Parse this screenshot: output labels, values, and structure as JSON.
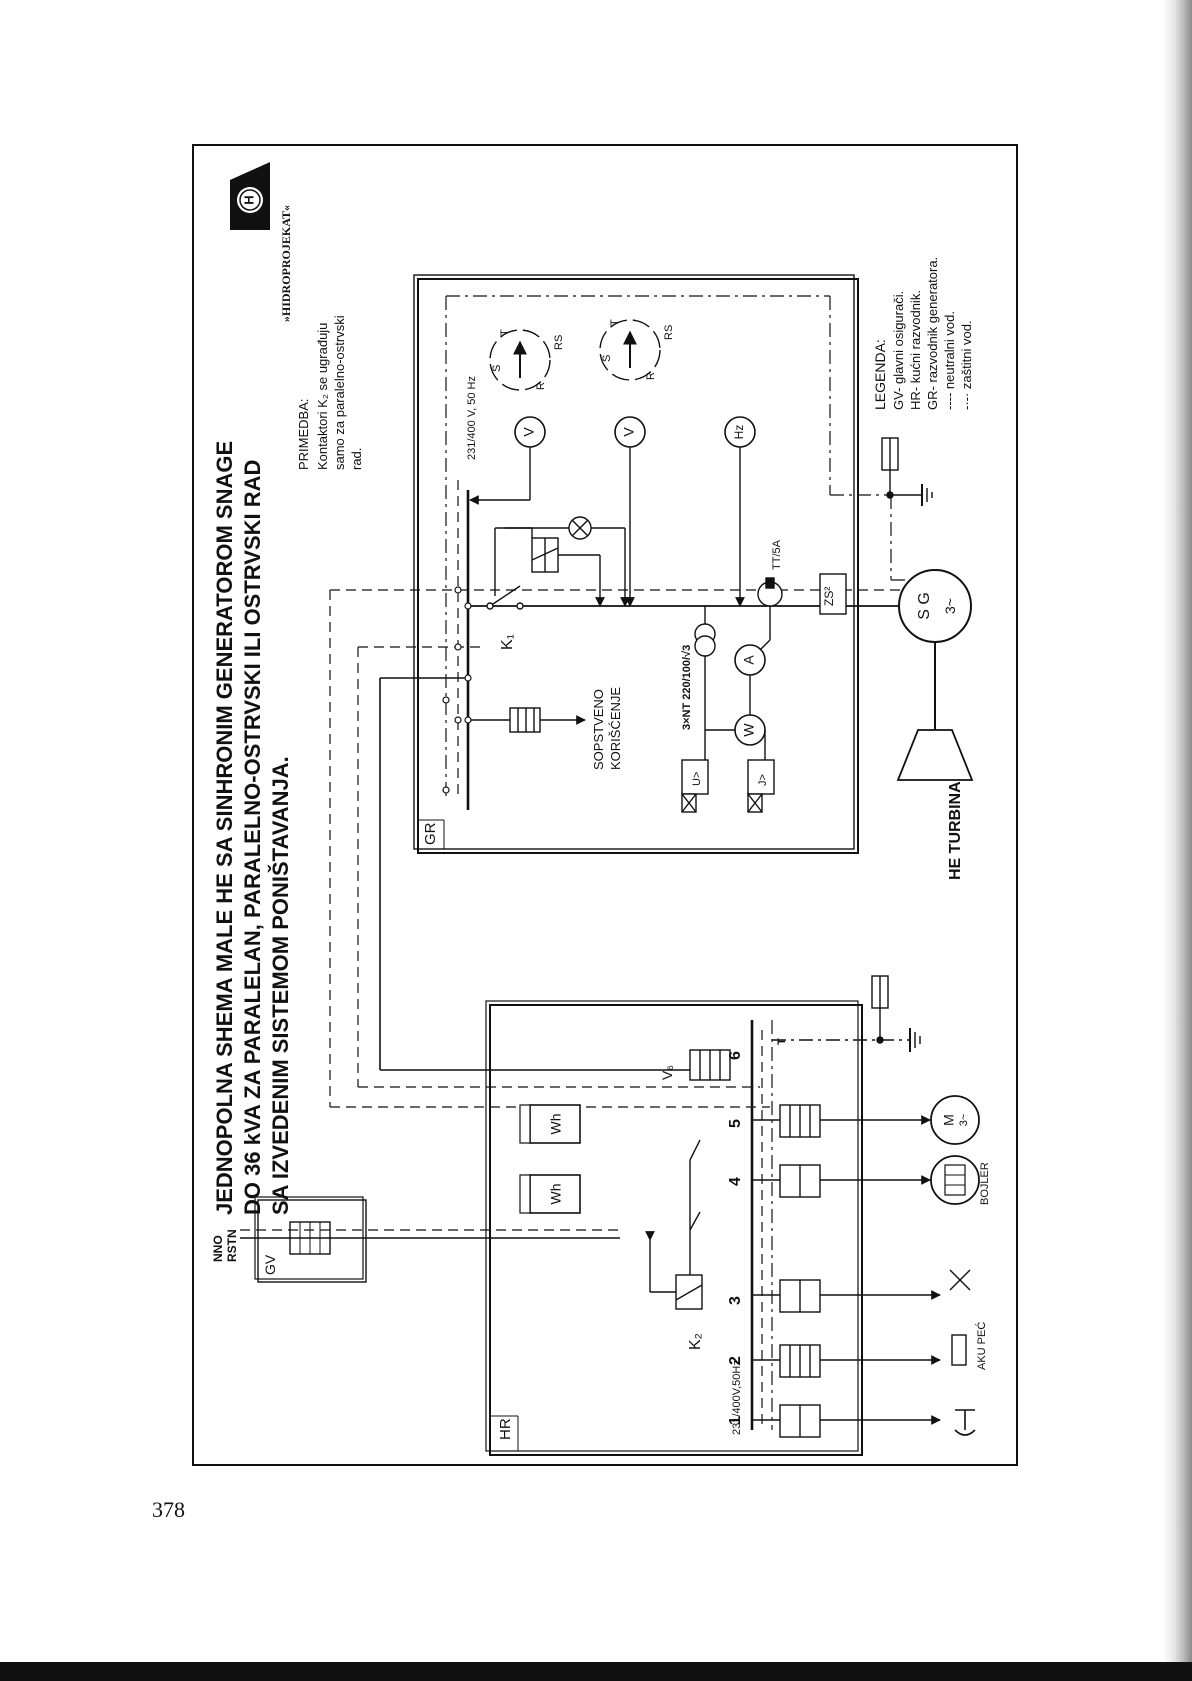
{
  "header": {
    "logo_letter": "H",
    "company": "»HIDROPROJEKAT«",
    "title_lines": [
      "JEDNOPOLNA  SHEMA MALE HE SA SINHRONIM GENERATOROM SNAGE",
      "DO 36 kVA ZA PARALELAN, PARALELNO-OSTRVSKI ILI OSTRVSKI RAD",
      "SA  IZVEDENIM SISTEMOM PONIŠTAVANJA."
    ]
  },
  "note": {
    "label": "PRIMEDBA:",
    "lines": [
      "Kontaktori K₂ se ugrađuju",
      "samo za paralelno-ostrvski",
      "rad."
    ]
  },
  "legend": {
    "label": "LEGENDA:",
    "items": [
      "GV- glavni osigurači.",
      "HR- kućni razvodnik.",
      "GR- razvodnik generatora.",
      "---- neutralni  vod.",
      "-·-· zaštitni  vod."
    ]
  },
  "panels": {
    "gv": "GV",
    "hr": "HR",
    "gr": "GR"
  },
  "labels": {
    "network_top": "NNO",
    "network_bottom": "RSTN",
    "hr_voltage": "231/400V,50Hz",
    "gr_voltage": "231/400 V, 50 Hz",
    "k1": "K₁",
    "k2": "K₂",
    "vb": "V₆",
    "wh": "Wh",
    "ct": "TT/5A",
    "vt": "3×NT 220/100/√3",
    "own_use_1": "SOPSTVENO",
    "own_use_2": "KORIŠĆENJE",
    "zs": "ZS²",
    "sg_1": "S G",
    "sg_2": "3~",
    "turbine": "HE TURBINA",
    "motor_1": "M",
    "motor_2": "3~",
    "boiler": "BOJLER",
    "akupec": "AKU PEĆ",
    "meter_v": "V",
    "meter_a": "A",
    "meter_w": "W",
    "meter_hz": "Hz",
    "relay_u": "U>",
    "relay_j": "J>",
    "sync_s": "S",
    "sync_r": "R",
    "sync_t": "T",
    "sync_rs": "RS",
    "c1": "1",
    "c2": "2",
    "c3": "3",
    "c4": "4",
    "c5": "5",
    "c6": "6",
    "c_t": "T"
  },
  "page_number": "378"
}
